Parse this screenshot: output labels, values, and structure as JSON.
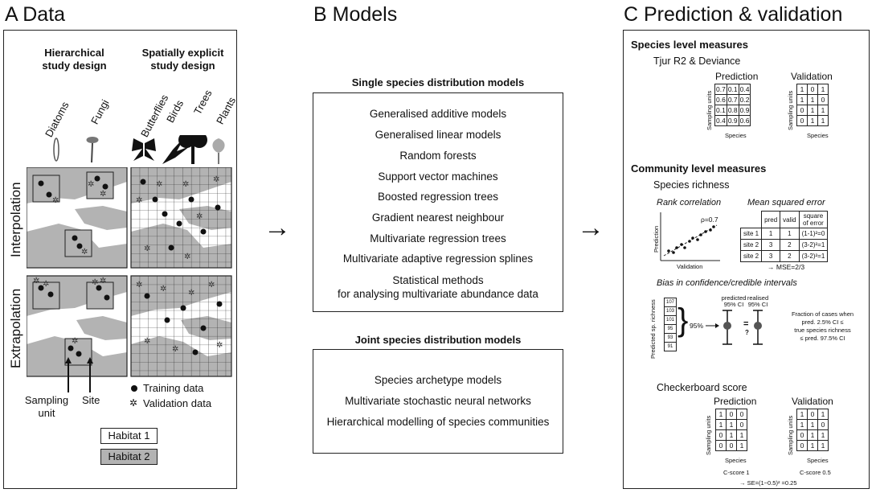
{
  "panelA": {
    "title": "A Data",
    "col1": "Hierarchical\nstudy design",
    "col2": "Spatially explicit\nstudy design",
    "taxa": [
      "Diatoms",
      "Fungi",
      "Butterflies",
      "Birds",
      "Trees",
      "Plants"
    ],
    "row1": "Interpolation",
    "row2": "Extrapolation",
    "sampling_unit": "Sampling\nunit",
    "site": "Site",
    "training": "Training data",
    "validation": "Validation data",
    "habitat1": "Habitat 1",
    "habitat2": "Habitat 2"
  },
  "panelB": {
    "title": "B Models",
    "single_header": "Single species distribution models",
    "single_models": [
      "Generalised additive models",
      "Generalised linear models",
      "Random forests",
      "Support vector machines",
      "Boosted regression trees",
      "Gradient nearest neighbour",
      "Multivariate regression trees",
      "Multivariate adaptive regression splines",
      "Statistical methods\nfor analysing multivariate abundance data"
    ],
    "joint_header": "Joint species distribution models",
    "joint_models": [
      "Species archetype models",
      "Multivariate stochastic neural networks",
      "Hierarchical modelling of species communities"
    ]
  },
  "panelC": {
    "title": "C Prediction & validation",
    "species_level": "Species level measures",
    "tjur": "Tjur R2 & Deviance",
    "prediction": "Prediction",
    "validation": "Validation",
    "sampling_units": "Sampling units",
    "species": "Species",
    "pred_matrix": [
      [
        "0.7",
        "0.1",
        "0.4"
      ],
      [
        "0.6",
        "0.7",
        "0.2"
      ],
      [
        "0.1",
        "0.8",
        "0.9"
      ],
      [
        "0.4",
        "0.9",
        "0.6"
      ]
    ],
    "valid_matrix": [
      [
        "1",
        "0",
        "1"
      ],
      [
        "1",
        "1",
        "0"
      ],
      [
        "0",
        "1",
        "1"
      ],
      [
        "0",
        "1",
        "1"
      ]
    ],
    "community_level": "Community level measures",
    "species_richness": "Species richness",
    "rank_corr": "Rank correlation",
    "rho": "ρ=0.7",
    "pred_axis": "Prediction",
    "valid_axis": "Validation",
    "mse_title": "Mean squared error",
    "mse_headers": [
      "",
      "pred",
      "valid",
      "square\nof error"
    ],
    "mse_rows": [
      [
        "site 1",
        "1",
        "1",
        "(1-1)²=0"
      ],
      [
        "site 2",
        "3",
        "2",
        "(3-2)²=1"
      ],
      [
        "site 2",
        "3",
        "2",
        "(3-2)²=1"
      ]
    ],
    "mse_result": "→ MSE=2/3",
    "bias_title": "Bias in confidence/credible intervals",
    "pred_sp_richness": "Predicted sp. richness",
    "ladder": [
      "107",
      "103",
      "101",
      "95",
      "93",
      "91"
    ],
    "pct95": "95%",
    "predicted_ci": "predicted\n95% CI",
    "realised_ci": "realised\n95% CI",
    "eq": "=",
    "q": "?",
    "fraction_text": "Fraction of cases when\npred. 2.5% CI ≤\ntrue species richness\n≤ pred. 97.5% CI",
    "checkerboard": "Checkerboard score",
    "cb_pred": [
      [
        "1",
        "0",
        "0"
      ],
      [
        "1",
        "1",
        "0"
      ],
      [
        "0",
        "1",
        "1"
      ],
      [
        "0",
        "0",
        "1"
      ]
    ],
    "cb_valid": [
      [
        "1",
        "0",
        "1"
      ],
      [
        "1",
        "1",
        "0"
      ],
      [
        "0",
        "1",
        "1"
      ],
      [
        "0",
        "1",
        "1"
      ]
    ],
    "cscore1": "C-score 1",
    "cscore2": "C-score 0.5",
    "se": "→ SE=(1−0.5)² =0.25"
  },
  "colors": {
    "habitat2": "#b3b3b3",
    "habitat1": "#ffffff",
    "line": "#222222"
  }
}
